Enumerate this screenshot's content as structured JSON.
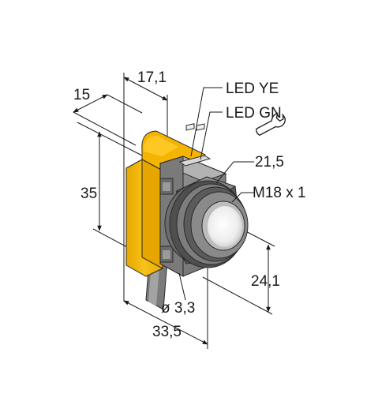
{
  "dimensions": {
    "width_top": "17,1",
    "depth_top": "15",
    "height_left": "35",
    "cable_diameter": "ø 3,3",
    "total_length": "33,5",
    "lens_offset": "24,1",
    "nut_size": "21,5",
    "thread": "M18 x 1"
  },
  "labels": {
    "led_ye": "LED YE",
    "led_gn": "LED GN"
  },
  "icons": {
    "wrench": "wrench-icon"
  },
  "colors": {
    "housing_yellow": "#F5B800",
    "housing_yellow_dark": "#D99A00",
    "body_gray": "#8E8E8E",
    "body_gray_dark": "#5E5E5E",
    "body_gray_light": "#B4B4B4",
    "lens_white": "#F4F4F4"
  }
}
